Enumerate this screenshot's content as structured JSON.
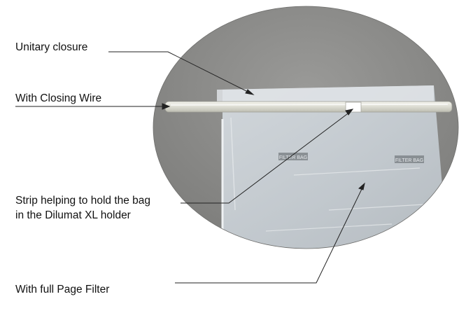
{
  "labels": {
    "unitary_closure": "Unitary closure",
    "closing_wire": "With Closing  Wire",
    "strip_line1": "Strip helping to hold the bag",
    "strip_line2": "in the Dilumat XL holder",
    "full_page_filter": "With full Page  Filter"
  },
  "bag_print": {
    "left_text": "FILTER BAG",
    "right_text": "FILTER BAG"
  },
  "colors": {
    "photo_background": "#8a8a88",
    "bag_film": "#ccd3d9",
    "leader_line": "#222222",
    "text": "#111111"
  }
}
